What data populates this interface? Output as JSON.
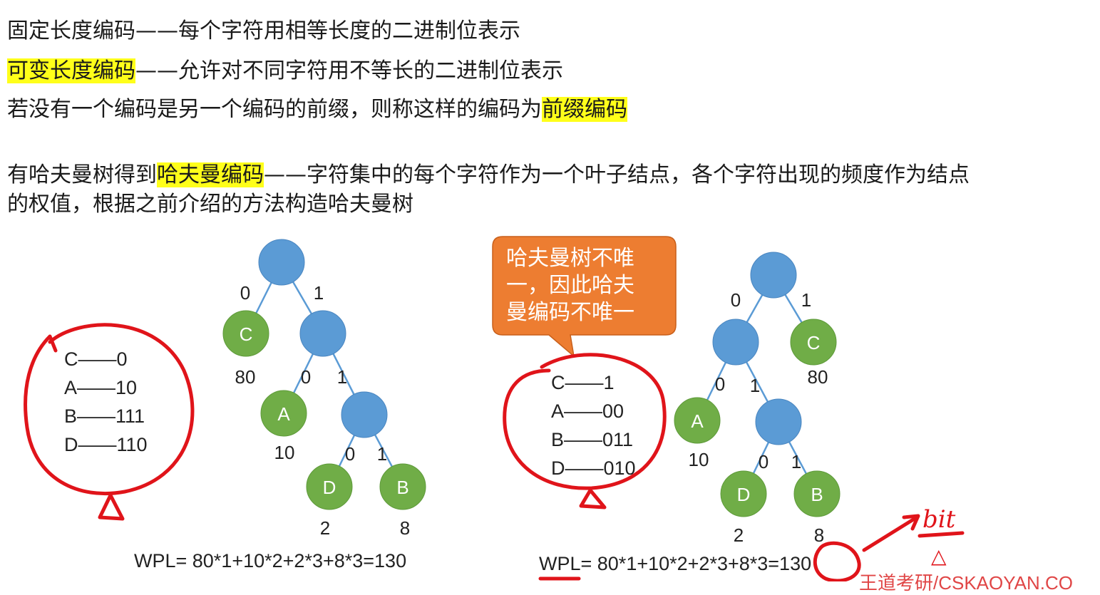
{
  "text": {
    "line1": "固定长度编码——每个字符用相等长度的二进制位表示",
    "line2_hl": "可变长度编码",
    "line2_rest": "——允许对不同字符用不等长的二进制位表示",
    "line3_pre": "若没有一个编码是另一个编码的前缀，则称这样的编码为",
    "line3_hl": "前缀编码",
    "line4_pre": "有哈夫曼树得到",
    "line4_hl": "哈夫曼编码",
    "line4_rest": "——字符集中的每个字符作为一个叶子结点，各个字符出现的频度作为结点",
    "line5": "的权值，根据之前介绍的方法构造哈夫曼树"
  },
  "tree1": {
    "edge_labels": [
      "0",
      "1",
      "0",
      "1",
      "0",
      "1"
    ],
    "leaves": [
      {
        "letter": "C",
        "weight": "80"
      },
      {
        "letter": "A",
        "weight": "10"
      },
      {
        "letter": "D",
        "weight": "2"
      },
      {
        "letter": "B",
        "weight": "8"
      }
    ],
    "codes": [
      "C——0",
      "A——10",
      "B——111",
      "D——110"
    ],
    "wpl": "WPL= 80*1+10*2+2*3+8*3=130"
  },
  "callout": {
    "lines": [
      "哈夫曼树不唯",
      "一，因此哈夫",
      "曼编码不唯一"
    ]
  },
  "tree2": {
    "edge_labels": [
      "0",
      "1",
      "0",
      "1",
      "0",
      "1"
    ],
    "leaves": [
      {
        "letter": "C",
        "weight": "80"
      },
      {
        "letter": "A",
        "weight": "10"
      },
      {
        "letter": "D",
        "weight": "2"
      },
      {
        "letter": "B",
        "weight": "8"
      }
    ],
    "codes": [
      "C——1",
      "A——00",
      "B——011",
      "D——010"
    ],
    "wpl_pre": "WPL= 80*1+10*2+2*3+8*3=",
    "wpl_result": "130"
  },
  "annotation": {
    "unit_text": "bit",
    "unit_glyph": "△"
  },
  "watermark": "王道考研/CSKAOYAN.CO",
  "colors": {
    "internal_node": "#5b9bd5",
    "leaf_node": "#70ad47",
    "edge": "#5b9bd5",
    "highlight": "#ffff1a",
    "callout": "#ed7d31",
    "ink": "#e0141a"
  }
}
